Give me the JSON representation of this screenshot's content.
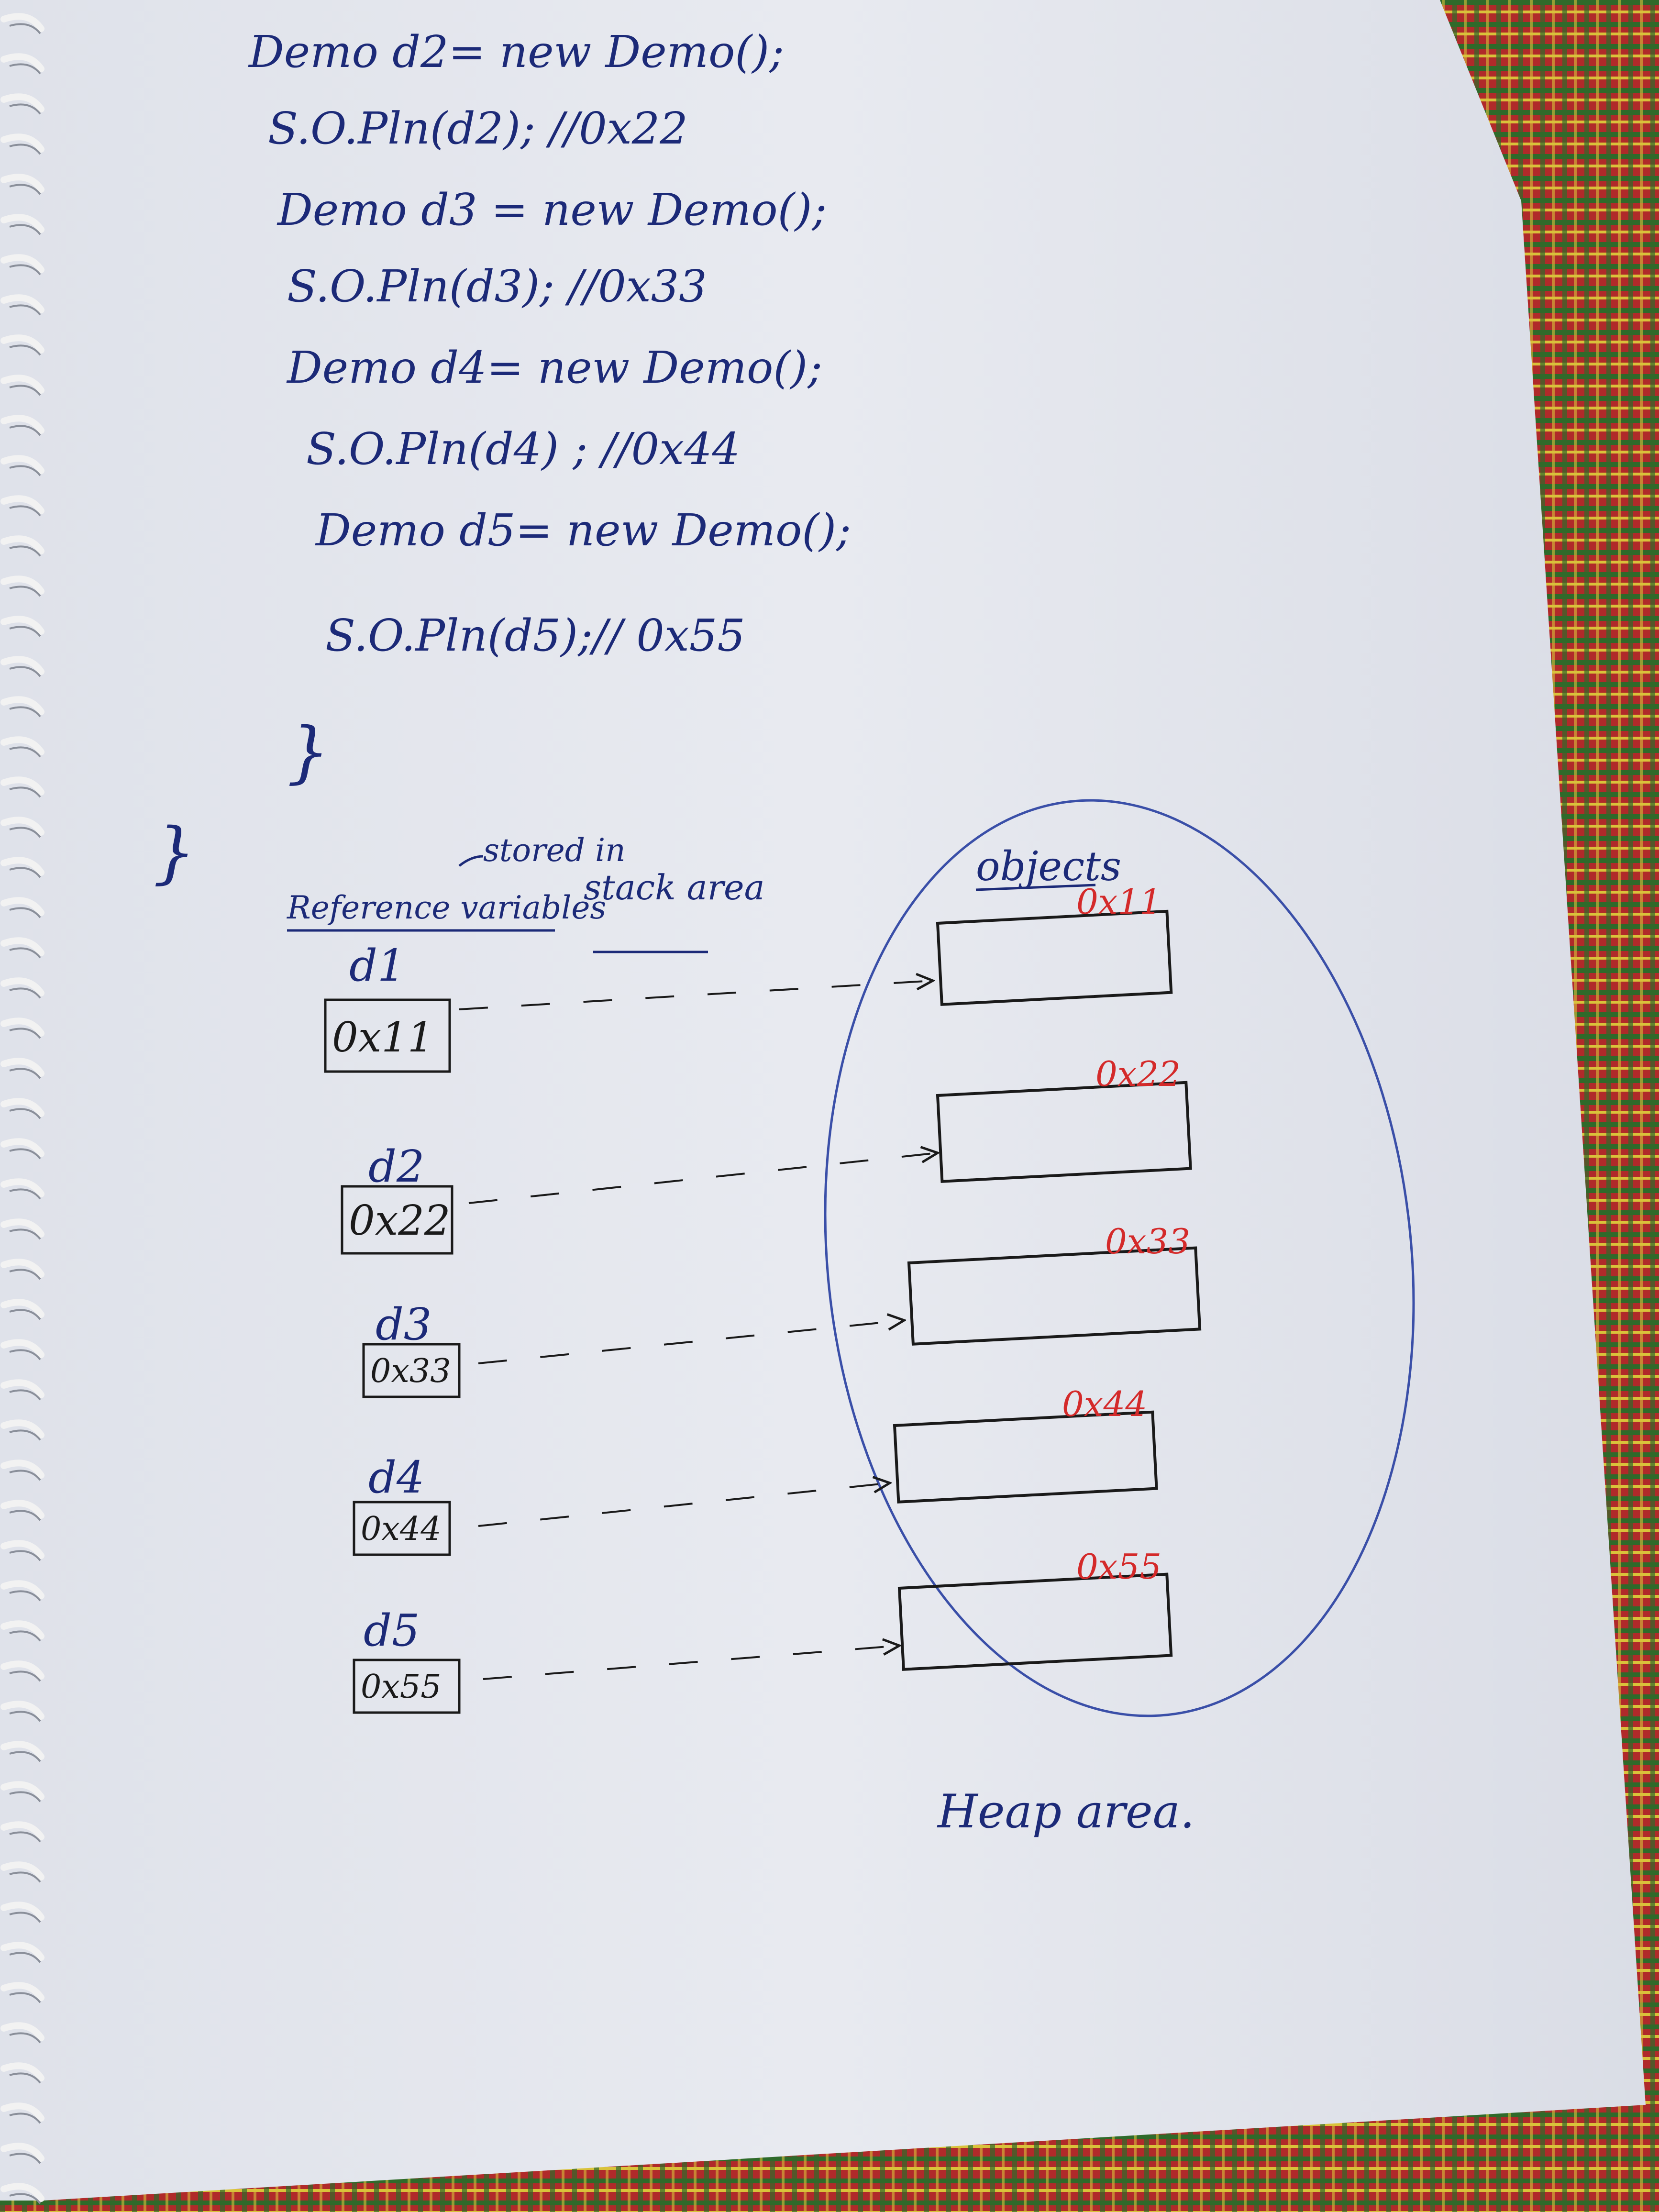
{
  "code_lines": [
    "Demo d2= new Demo();",
    "S.O.Pln(d2); //0x22",
    "Demo d3 = new Demo();",
    "S.O.Pln(d3); //0x33",
    "Demo d4= new Demo();",
    "S.O.Pln(d4) ; //0x44",
    "Demo d5= new Demo();",
    "S.O.Pln(d5);// 0x55"
  ],
  "closing_brace_inner": "}",
  "closing_brace_outer": "}",
  "labels": {
    "stored_in": "stored in",
    "reference_variables": "Reference variables",
    "stack_area": "stack area",
    "objects": "objects",
    "heap_area": "Heap area."
  },
  "references": [
    {
      "name": "d1",
      "value": "0x11"
    },
    {
      "name": "d2",
      "value": "0x22"
    },
    {
      "name": "d3",
      "value": "0x33"
    },
    {
      "name": "d4",
      "value": "0x44"
    },
    {
      "name": "d5",
      "value": "0x55"
    }
  ],
  "object_addresses": [
    "0x11",
    "0x22",
    "0x33",
    "0x44",
    "0x55"
  ],
  "colors": {
    "ink_blue": "#1c2a78",
    "ink_red": "#d42a2a",
    "ink_black": "#1a1a1a",
    "paper": "#e6e8ef",
    "cloth_red": "#b02a2a",
    "cloth_green": "#2f6a2a",
    "spiral_ring": "#f2f2f2"
  }
}
